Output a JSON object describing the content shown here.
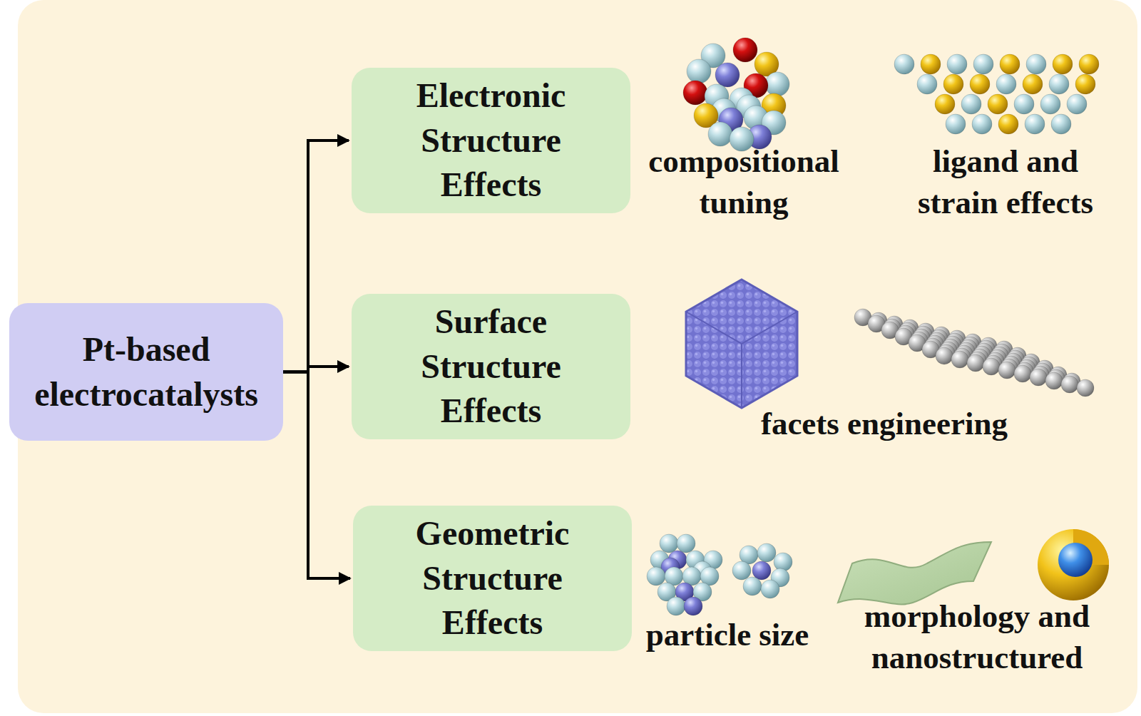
{
  "diagram": {
    "nodes": [
      {
        "text": [
          "Pt-based electrocatalysts"
        ]
      },
      {
        "text": [
          "Electronic Structure Effects"
        ]
      },
      {
        "text": [
          "Surface Structure Effects"
        ]
      },
      {
        "text": [
          "Geometric Structure Effects"
        ]
      }
    ],
    "edges": [
      {
        "from": 0,
        "to": 1,
        "arrow": "to"
      },
      {
        "from": 0,
        "to": 2,
        "arrow": "to"
      },
      {
        "from": 0,
        "to": 3,
        "arrow": "to"
      }
    ],
    "labels": [
      "compositional tuning",
      "ligand and strain effects",
      "facets engineering",
      "particle size",
      "morphology and nanostructured"
    ]
  }
}
